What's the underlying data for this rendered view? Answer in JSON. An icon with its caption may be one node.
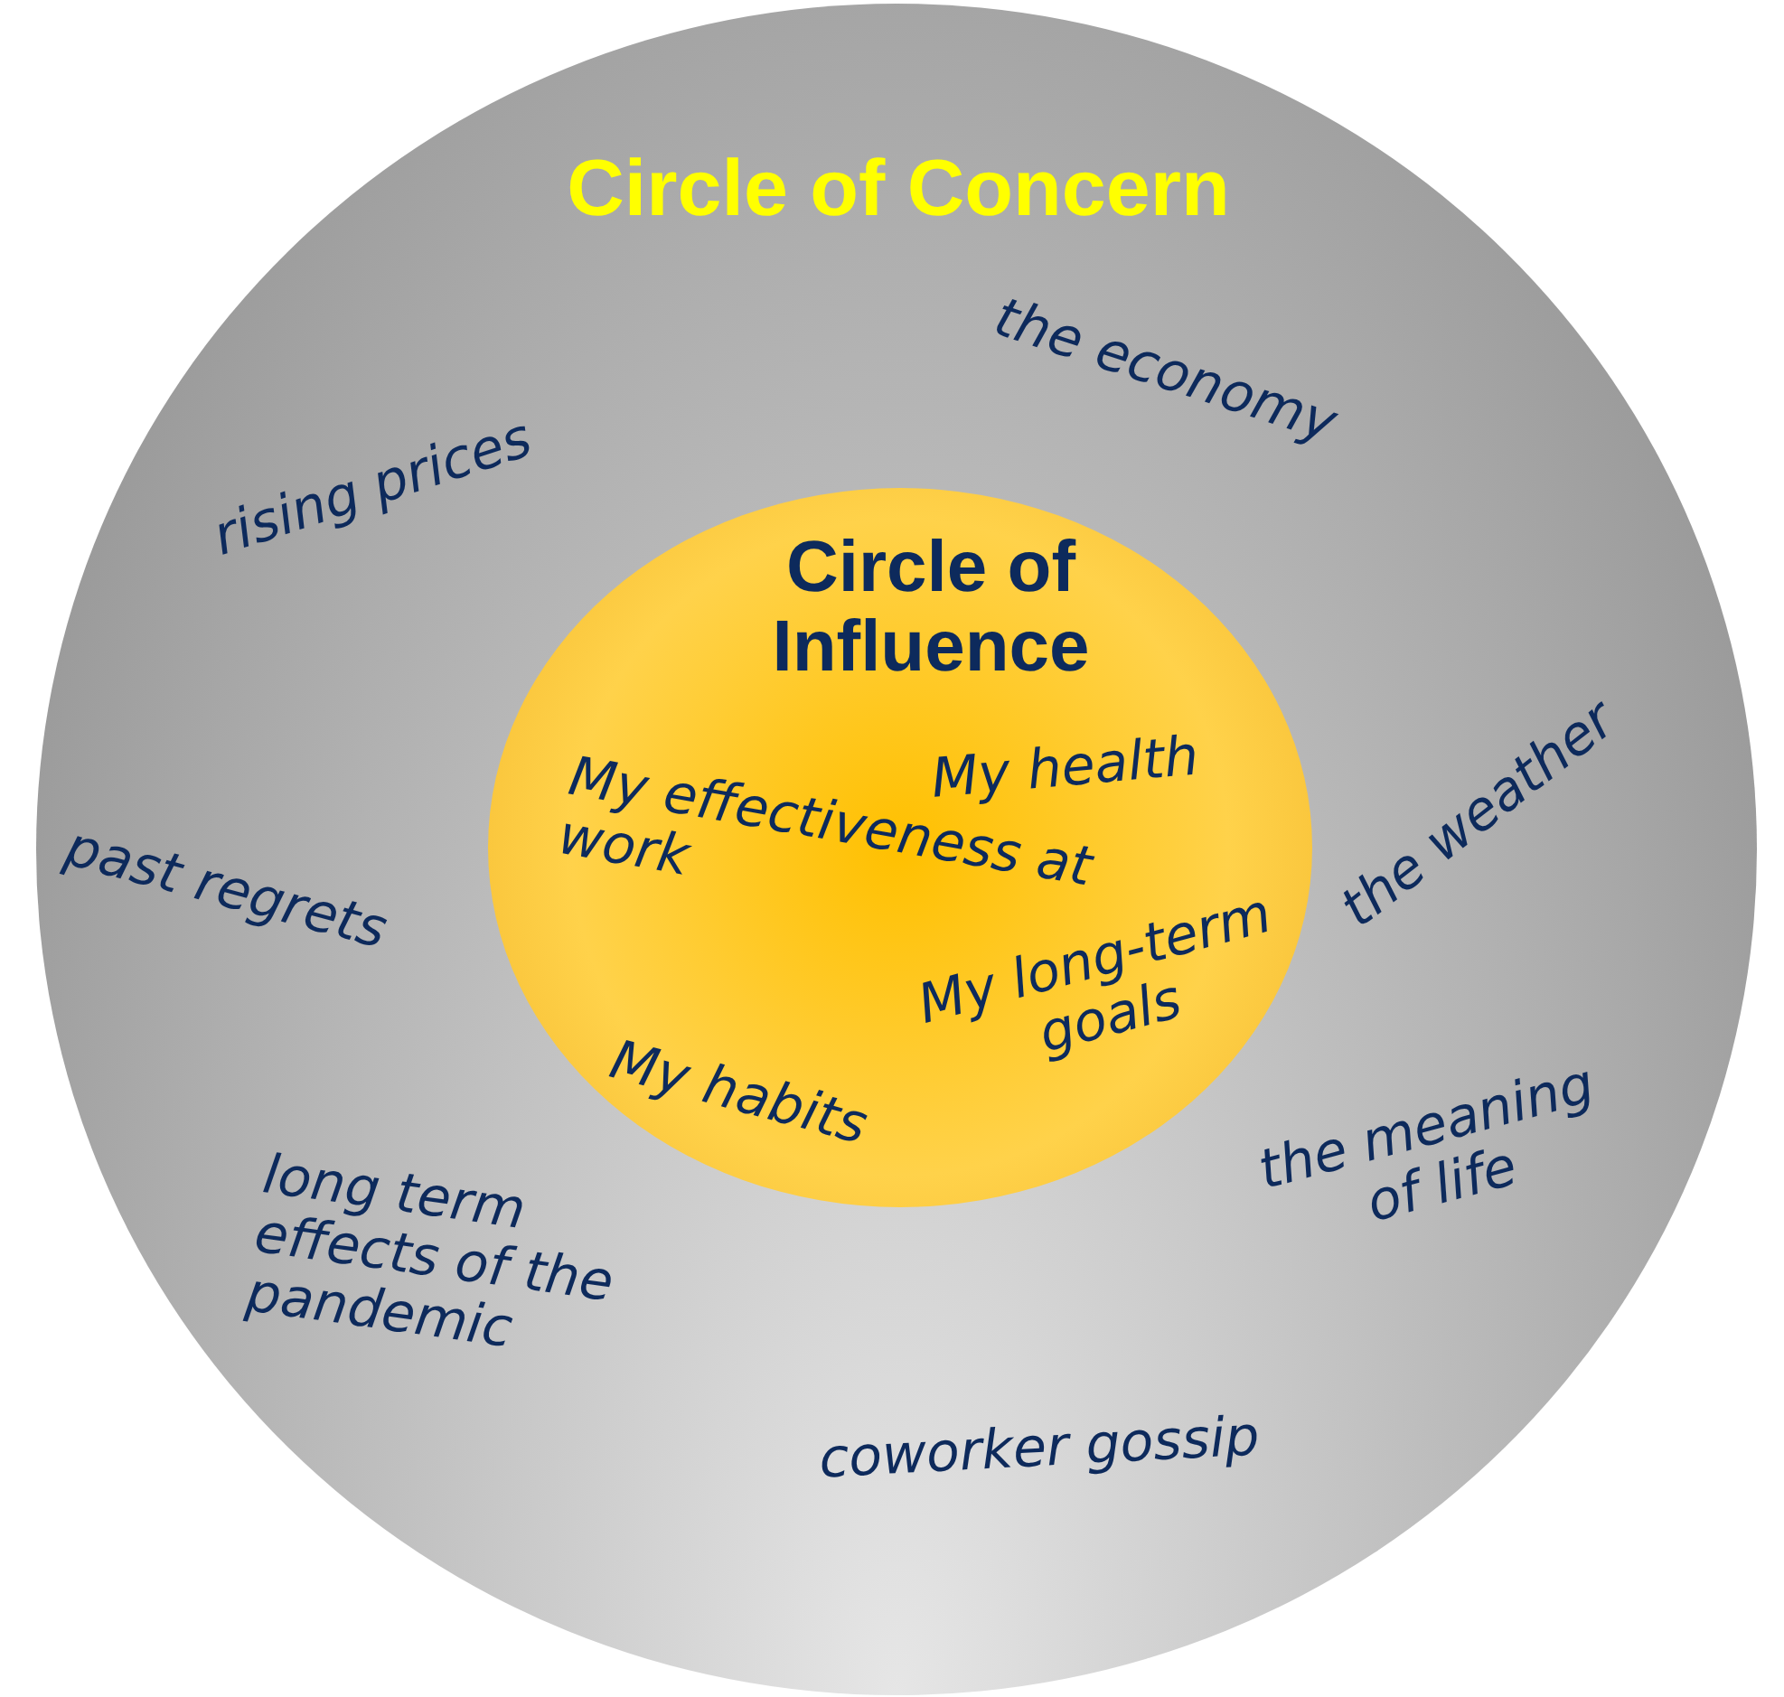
{
  "diagram": {
    "nodes": [
      {
        "text": [
          "Circle of Concern",
          "the economy",
          "rising prices",
          "the weather",
          "past regrets",
          "the meaning of life",
          "long term effects of the pandemic",
          "coworker gossip"
        ]
      },
      {
        "text": [
          "Circle of Influence",
          "My health",
          "My effectiveness at work",
          "My long-term goals",
          "My habits"
        ],
        "in": 0
      }
    ]
  }
}
